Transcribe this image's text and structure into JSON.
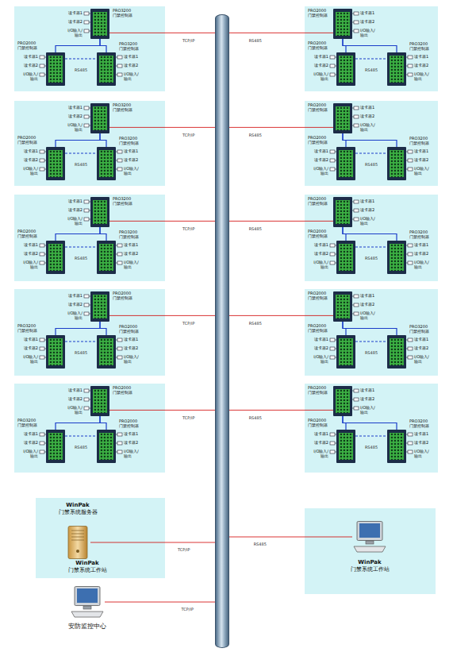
{
  "diagram": {
    "nodes": [
      {
        "text": []
      },
      {
        "text": []
      },
      {
        "text": [
          "PRO3200 门禁控制器"
        ],
        "in": 1
      },
      {
        "text": [
          "PRO2000 门禁控制器"
        ],
        "in": 1
      },
      {
        "text": [
          "PRO3200 门禁控制器"
        ],
        "in": 1
      },
      {
        "text": []
      },
      {
        "text": [
          "PRO2000 门禁控制器"
        ],
        "in": 5
      },
      {
        "text": [
          "PRO2000 门禁控制器"
        ],
        "in": 5
      },
      {
        "text": [
          "PRO3200 门禁控制器"
        ],
        "in": 5
      },
      {
        "text": []
      },
      {
        "text": [
          "PRO3200 门禁控制器"
        ],
        "in": 9
      },
      {
        "text": [
          "PRO2000 门禁控制器"
        ],
        "in": 9
      },
      {
        "text": [
          "PRO3200 门禁控制器"
        ],
        "in": 9
      },
      {
        "text": []
      },
      {
        "text": [
          "PRO2000 门禁控制器"
        ],
        "in": 13
      },
      {
        "text": [
          "PRO2000 门禁控制器"
        ],
        "in": 13
      },
      {
        "text": [
          "PRO3200 门禁控制器"
        ],
        "in": 13
      },
      {
        "text": []
      },
      {
        "text": [
          "PRO3200 门禁控制器"
        ],
        "in": 17
      },
      {
        "text": [
          "PRO2000 门禁控制器"
        ],
        "in": 17
      },
      {
        "text": [
          "PRO3200 门禁控制器"
        ],
        "in": 17
      },
      {
        "text": []
      },
      {
        "text": [
          "PRO2000 门禁控制器"
        ],
        "in": 21
      },
      {
        "text": [
          "PRO2000 门禁控制器"
        ],
        "in": 21
      },
      {
        "text": [
          "PRO3200 门禁控制器"
        ],
        "in": 21
      },
      {
        "text": []
      },
      {
        "text": [
          "PRO2000 门禁控制器"
        ],
        "in": 25
      },
      {
        "text": [
          "PRO3200 门禁控制器"
        ],
        "in": 25
      },
      {
        "text": [
          "PRO2000 门禁控制器"
        ],
        "in": 25
      },
      {
        "text": []
      },
      {
        "text": [
          "PRO2000 门禁控制器"
        ],
        "in": 29
      },
      {
        "text": [
          "PRO2000 门禁控制器"
        ],
        "in": 29
      },
      {
        "text": [
          "PRO3200 门禁控制器"
        ],
        "in": 29
      },
      {
        "text": []
      },
      {
        "text": [
          "PRO2000 门禁控制器"
        ],
        "in": 33
      },
      {
        "text": [
          "PRO3200 门禁控制器"
        ],
        "in": 33
      },
      {
        "text": [
          "PRO2000 门禁控制器"
        ],
        "in": 33
      },
      {
        "text": []
      },
      {
        "text": [
          "PRO2000 门禁控制器"
        ],
        "in": 37
      },
      {
        "text": [
          "PRO2000 门禁控制器"
        ],
        "in": 37
      },
      {
        "text": [
          "PRO3200 门禁控制器"
        ],
        "in": 37
      },
      {
        "text": []
      },
      {
        "text": [
          "WinPak 门禁系统服务器"
        ],
        "in": 41
      },
      {
        "text": [
          "WinPak 门禁系统工作站",
          "安防监控中心"
        ]
      },
      {
        "text": []
      },
      {
        "text": [
          "WinPak 门禁系统工作站"
        ],
        "in": 44
      }
    ],
    "edges": [
      {
        "from": 2,
        "to": 3,
        "arrow": "none"
      },
      {
        "from": 2,
        "to": 4,
        "arrow": "none"
      },
      {
        "from": 3,
        "to": 4,
        "label": "RS485",
        "arrow": "none"
      },
      {
        "from": 2,
        "to": 0,
        "label": "TCP/IP",
        "arrow": "none"
      },
      {
        "from": 6,
        "to": 7,
        "arrow": "none"
      },
      {
        "from": 6,
        "to": 8,
        "arrow": "none"
      },
      {
        "from": 7,
        "to": 8,
        "label": "RS485",
        "arrow": "none"
      },
      {
        "from": 6,
        "to": 0,
        "label": "RS485",
        "arrow": "none"
      },
      {
        "from": 10,
        "to": 11,
        "arrow": "none"
      },
      {
        "from": 10,
        "to": 12,
        "arrow": "none"
      },
      {
        "from": 11,
        "to": 12,
        "label": "RS485",
        "arrow": "none"
      },
      {
        "from": 10,
        "to": 0,
        "label": "TCP/IP",
        "arrow": "none"
      },
      {
        "from": 14,
        "to": 15,
        "arrow": "none"
      },
      {
        "from": 14,
        "to": 16,
        "arrow": "none"
      },
      {
        "from": 15,
        "to": 16,
        "label": "RS485",
        "arrow": "none"
      },
      {
        "from": 14,
        "to": 0,
        "label": "RS485",
        "arrow": "none"
      },
      {
        "from": 18,
        "to": 19,
        "arrow": "none"
      },
      {
        "from": 18,
        "to": 20,
        "arrow": "none"
      },
      {
        "from": 19,
        "to": 20,
        "label": "RS485",
        "arrow": "none"
      },
      {
        "from": 18,
        "to": 0,
        "label": "TCP/IP",
        "arrow": "none"
      },
      {
        "from": 22,
        "to": 23,
        "arrow": "none"
      },
      {
        "from": 22,
        "to": 24,
        "arrow": "none"
      },
      {
        "from": 23,
        "to": 24,
        "label": "RS485",
        "arrow": "none"
      },
      {
        "from": 22,
        "to": 0,
        "label": "RS485",
        "arrow": "none"
      },
      {
        "from": 26,
        "to": 27,
        "arrow": "none"
      },
      {
        "from": 26,
        "to": 28,
        "arrow": "none"
      },
      {
        "from": 27,
        "to": 28,
        "label": "RS485",
        "arrow": "none"
      },
      {
        "from": 26,
        "to": 0,
        "label": "TCP/IP",
        "arrow": "none"
      },
      {
        "from": 30,
        "to": 31,
        "arrow": "none"
      },
      {
        "from": 30,
        "to": 32,
        "arrow": "none"
      },
      {
        "from": 31,
        "to": 32,
        "label": "RS485",
        "arrow": "none"
      },
      {
        "from": 30,
        "to": 0,
        "label": "RS485",
        "arrow": "none"
      },
      {
        "from": 34,
        "to": 35,
        "arrow": "none"
      },
      {
        "from": 34,
        "to": 36,
        "arrow": "none"
      },
      {
        "from": 35,
        "to": 36,
        "label": "RS485",
        "arrow": "none"
      },
      {
        "from": 34,
        "to": 0,
        "label": "TCP/IP",
        "arrow": "none"
      },
      {
        "from": 38,
        "to": 39,
        "arrow": "none"
      },
      {
        "from": 38,
        "to": 40,
        "arrow": "none"
      },
      {
        "from": 39,
        "to": 40,
        "label": "RS485",
        "arrow": "none"
      },
      {
        "from": 38,
        "to": 0,
        "label": "RS485",
        "arrow": "none"
      },
      {
        "from": 42,
        "to": 0,
        "label": "TCP/IP",
        "arrow": "none"
      },
      {
        "from": 43,
        "to": 0,
        "label": "TCP/IP",
        "arrow": "none"
      },
      {
        "from": 45,
        "to": 0,
        "label": "RS485",
        "arrow": "none"
      }
    ],
    "labels": [
      "读卡器1",
      "读卡器2",
      "I/O输入/输出",
      "读卡器1",
      "读卡器2",
      "I/O输入/输出",
      "读卡器1",
      "读卡器2",
      "I/O输入/输出",
      "读卡器1",
      "读卡器2",
      "I/O输入/输出",
      "读卡器1",
      "读卡器2",
      "I/O输入/输出",
      "读卡器1",
      "读卡器2",
      "I/O输入/输出",
      "读卡器1",
      "读卡器2",
      "I/O输入/输出",
      "读卡器1",
      "读卡器2",
      "I/O输入/输出",
      "读卡器1",
      "读卡器2",
      "I/O输入/输出",
      "读卡器1",
      "读卡器2",
      "I/O输入/输出",
      "读卡器1",
      "读卡器2",
      "I/O输入/输出",
      "读卡器1",
      "读卡器2",
      "I/O输入/输出",
      "读卡器1",
      "读卡器2",
      "I/O输入/输出",
      "读卡器1",
      "读卡器2",
      "I/O输入/输出",
      "读卡器1",
      "读卡器2",
      "I/O输入/输出",
      "读卡器1",
      "读卡器2",
      "I/O输入/输出",
      "读卡器1",
      "读卡器2",
      "I/O输入/输出",
      "读卡器1",
      "读卡器2",
      "I/O输入/输出",
      "读卡器1",
      "读卡器2",
      "I/O输入/输出",
      "读卡器1",
      "读卡器2",
      "I/O输入/输出",
      "读卡器1",
      "读卡器2",
      "I/O输入/输出",
      "读卡器1",
      "读卡器2",
      "I/O输入/输出",
      "读卡器1",
      "读卡器2",
      "I/O输入/输出",
      "读卡器1",
      "读卡器2",
      "I/O输入/输出",
      "读卡器1",
      "读卡器2",
      "I/O输入/输出",
      "读卡器1",
      "读卡器2",
      "I/O输入/输出",
      "读卡器1",
      "读卡器2",
      "I/O输入/输出",
      "读卡器1",
      "读卡器2",
      "I/O输入/输出",
      "读卡器1",
      "读卡器2",
      "I/O输入/输出",
      "读卡器1",
      "读卡器2",
      "I/O输入/输出"
    ]
  }
}
